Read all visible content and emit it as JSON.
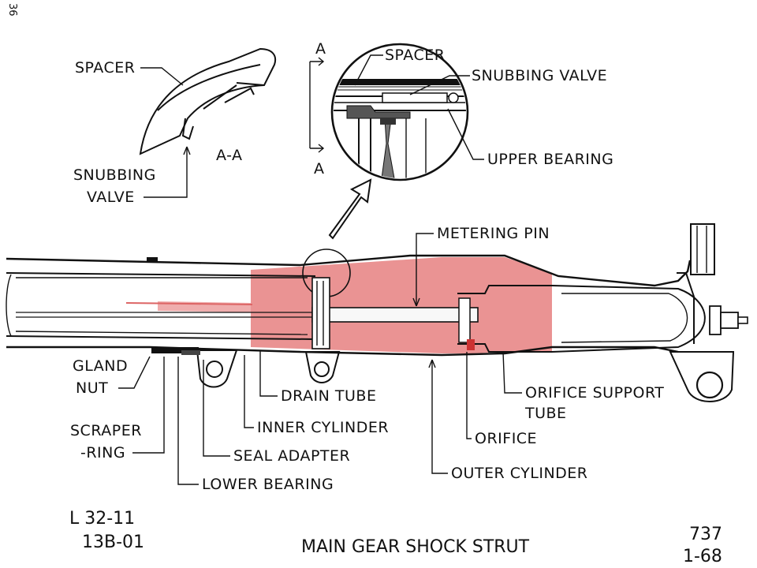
{
  "page_number": "36",
  "section_label": "A-A",
  "section_marker_top": "A",
  "section_marker_bottom": "A",
  "callouts": {
    "spacer_left": "SPACER",
    "snubbing_valve_left_1": "SNUBBING",
    "snubbing_valve_left_2": "VALVE",
    "spacer_detail": "SPACER",
    "snubbing_valve_detail": "SNUBBING VALVE",
    "upper_bearing": "UPPER BEARING",
    "metering_pin": "METERING PIN",
    "gland_nut_1": "GLAND",
    "gland_nut_2": "NUT",
    "scraper_ring_1": "SCRAPER",
    "scraper_ring_2": "-RING",
    "drain_tube": "DRAIN TUBE",
    "inner_cylinder": "INNER CYLINDER",
    "seal_adapter": "SEAL ADAPTER",
    "lower_bearing": "LOWER BEARING",
    "orifice_support_1": "ORIFICE SUPPORT",
    "orifice_support_2": "TUBE",
    "orifice": "ORIFICE",
    "outer_cylinder": "OUTER CYLINDER"
  },
  "footer": {
    "code_1": "L 32-11",
    "code_2": "13B-01",
    "title": "MAIN GEAR SHOCK STRUT",
    "model": "737",
    "date": "1-68"
  },
  "colors": {
    "fluid": "#e88a8a",
    "ink": "#111111",
    "paper": "#ffffff"
  }
}
